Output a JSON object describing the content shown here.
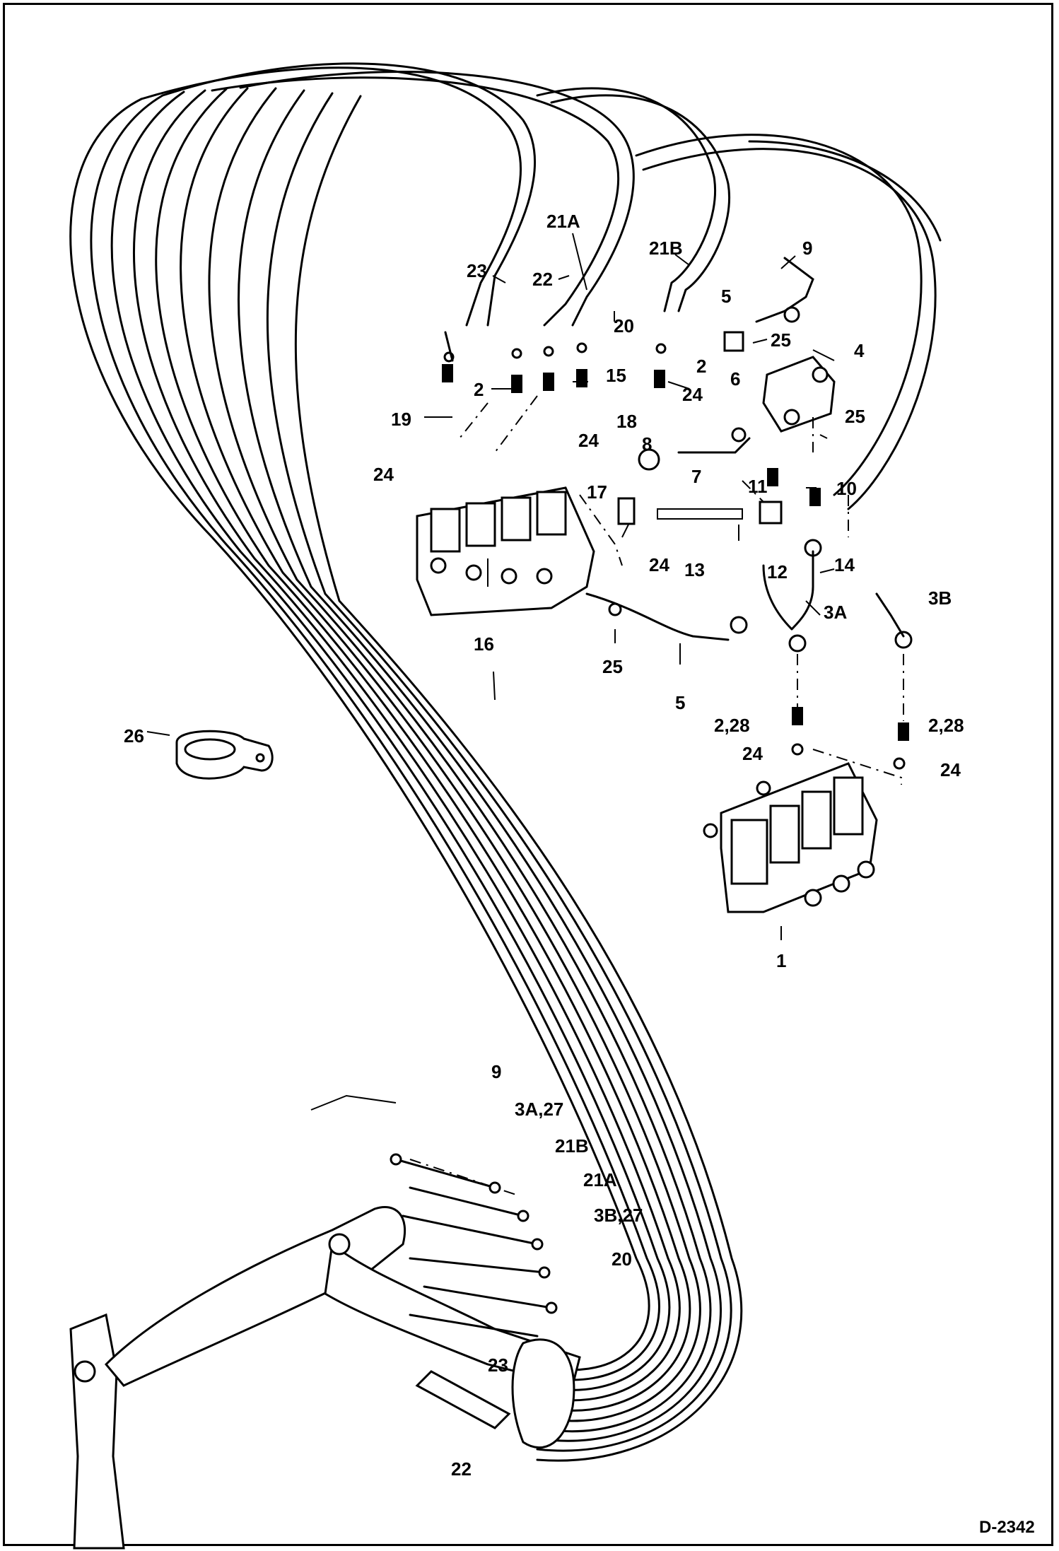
{
  "diagram": {
    "figure_id": "D-2342",
    "callouts": [
      "21A",
      "21B",
      "9",
      "23",
      "22",
      "20",
      "5",
      "25",
      "4",
      "2",
      "15",
      "2",
      "24",
      "6",
      "18",
      "19",
      "25",
      "24",
      "8",
      "24",
      "7",
      "11",
      "10",
      "17",
      "24",
      "13",
      "12",
      "14",
      "3A",
      "3B",
      "16",
      "25",
      "5",
      "2,28",
      "2,28",
      "24",
      "24",
      "26",
      "1",
      "9",
      "3A,27",
      "21B",
      "21A",
      "3B,27",
      "20",
      "23",
      "22"
    ]
  }
}
